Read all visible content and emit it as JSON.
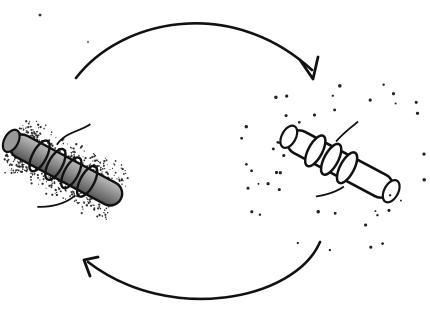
{
  "diagram": {
    "style": "black-and-white hand-drawn sketch",
    "colors": {
      "ink": "#111111",
      "paper": "#ffffff",
      "stipple": "#333333"
    },
    "left_object": {
      "icon": "coiled-rod-icon",
      "state": "shaded"
    },
    "right_object": {
      "icon": "coiled-rod-icon",
      "state": "unshaded"
    },
    "arrows": [
      {
        "icon": "curved-arrow-icon",
        "from": "left",
        "to": "right",
        "path": "top"
      },
      {
        "icon": "curved-arrow-icon",
        "from": "right",
        "to": "left",
        "path": "bottom"
      }
    ]
  }
}
